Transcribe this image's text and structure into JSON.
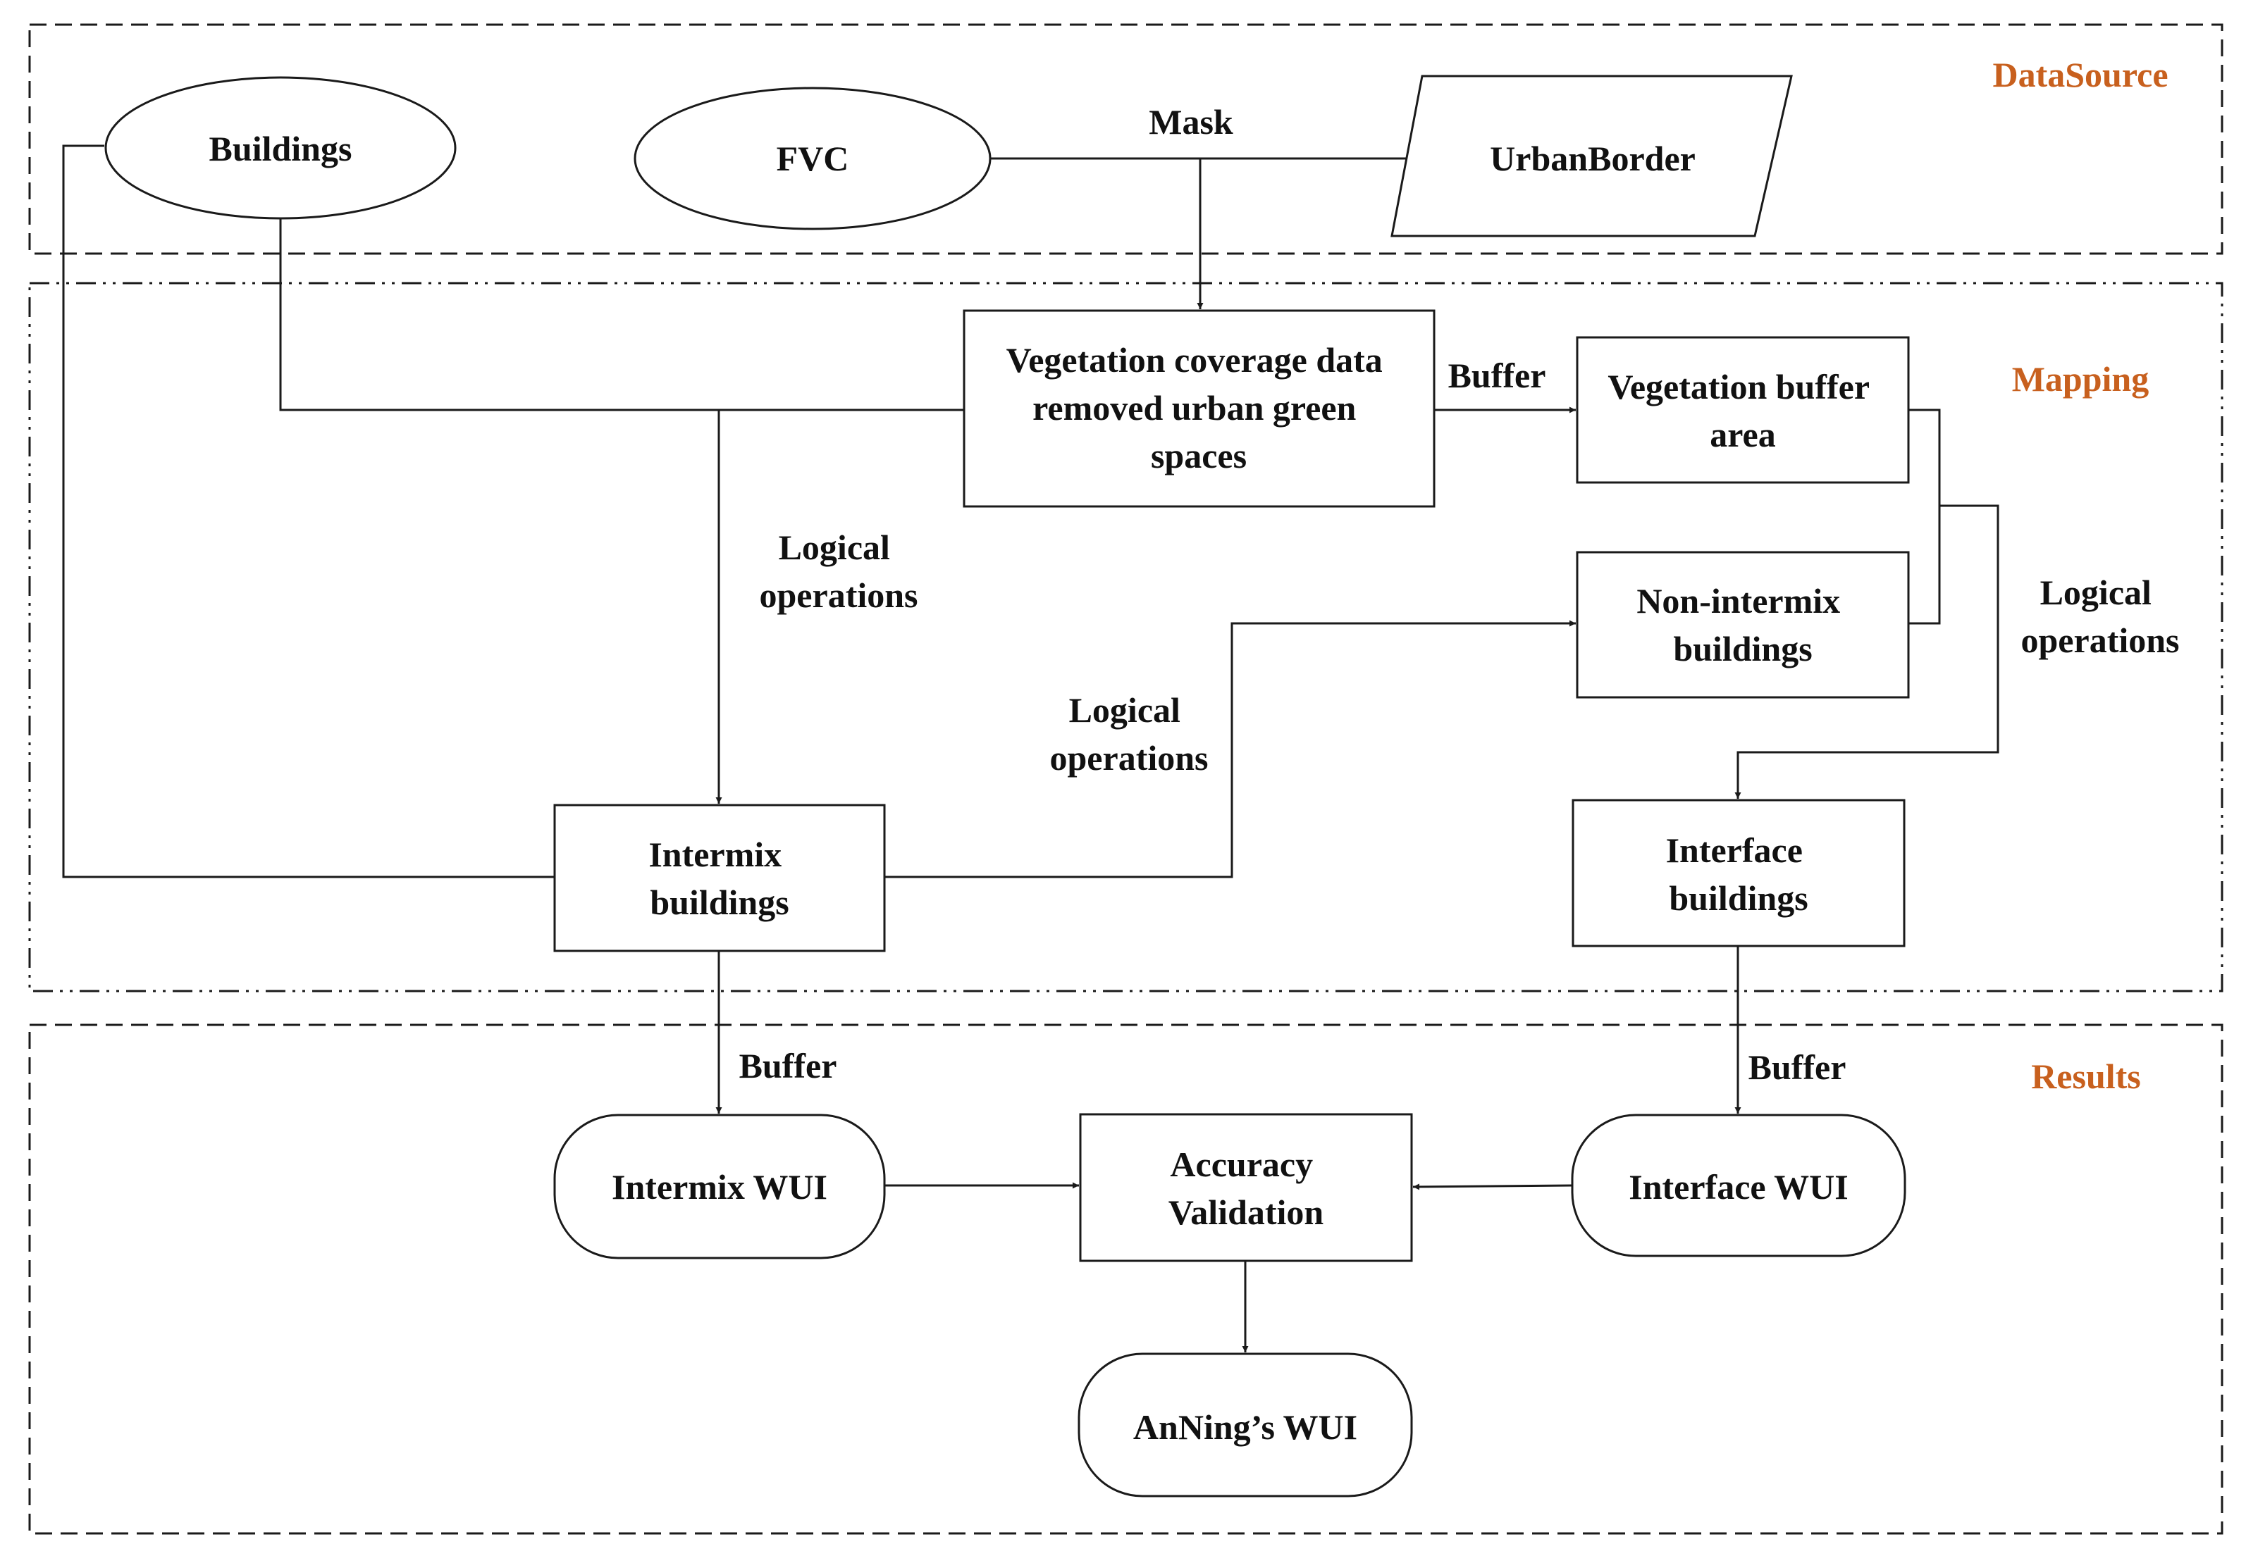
{
  "sections": {
    "datasource": "DataSource",
    "mapping": "Mapping",
    "results": "Results"
  },
  "nodes": {
    "buildings": "Buildings",
    "fvc": "FVC",
    "urban_border": "UrbanBorder",
    "veg_coverage": [
      "Vegetation coverage data",
      "removed urban green",
      "spaces"
    ],
    "veg_buffer": [
      "Vegetation buffer",
      "area"
    ],
    "non_intermix": [
      "Non-intermix",
      "buildings"
    ],
    "intermix_buildings": [
      "Intermix",
      "buildings"
    ],
    "interface_buildings": [
      "Interface",
      "buildings"
    ],
    "intermix_wui": "Intermix WUI",
    "accuracy": [
      "Accuracy",
      "Validation"
    ],
    "interface_wui": "Interface WUI",
    "anning_wui": "AnNing’s WUI"
  },
  "edge_labels": {
    "mask": "Mask",
    "buffer_veg": "Buffer",
    "logical_left": [
      "Logical",
      "operations"
    ],
    "logical_mid": [
      "Logical",
      "operations"
    ],
    "logical_right": [
      "Logical",
      "operations"
    ],
    "buffer_intermix": "Buffer",
    "buffer_interface": "Buffer"
  },
  "colors": {
    "section_label": "#c8601e",
    "stroke": "#1a1a1a",
    "text": "#111111"
  }
}
